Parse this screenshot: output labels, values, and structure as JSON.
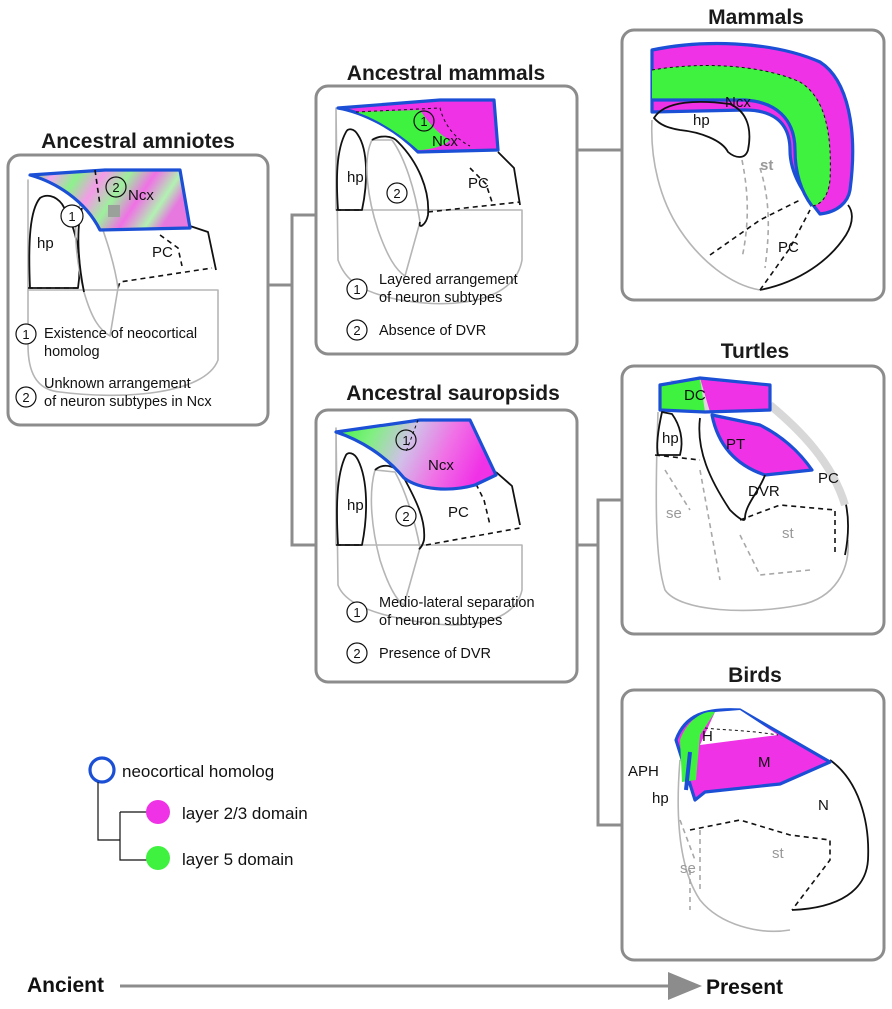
{
  "panels": {
    "amniotes": {
      "title": "Ancestral amniotes",
      "labels": {
        "ncx": "Ncx",
        "hp": "hp",
        "pc": "PC",
        "m1": "1",
        "m2": "2"
      },
      "notes": [
        {
          "num": "1",
          "lines": [
            "Existence of neocortical",
            "homolog"
          ]
        },
        {
          "num": "2",
          "lines": [
            "Unknown arrangement",
            "of neuron subtypes in Ncx"
          ]
        }
      ]
    },
    "mammals_anc": {
      "title": "Ancestral mammals",
      "labels": {
        "ncx": "Ncx",
        "hp": "hp",
        "pc": "PC",
        "m1": "1",
        "m2": "2"
      },
      "notes": [
        {
          "num": "1",
          "lines": [
            "Layered arrangement",
            "of neuron subtypes"
          ]
        },
        {
          "num": "2",
          "lines": [
            "Absence of DVR"
          ]
        }
      ]
    },
    "sauropsids_anc": {
      "title": "Ancestral sauropsids",
      "labels": {
        "ncx": "Ncx",
        "hp": "hp",
        "pc": "PC",
        "m1": "1",
        "m2": "2"
      },
      "notes": [
        {
          "num": "1",
          "lines": [
            "Medio-lateral separation",
            "of neuron subtypes"
          ]
        },
        {
          "num": "2",
          "lines": [
            "Presence of DVR"
          ]
        }
      ]
    },
    "mammals": {
      "title": "Mammals",
      "labels": {
        "ncx": "Ncx",
        "hp": "hp",
        "st": "st",
        "pc": "PC"
      }
    },
    "turtles": {
      "title": "Turtles",
      "labels": {
        "dc": "DC",
        "hp": "hp",
        "pt": "PT",
        "dvr": "DVR",
        "pc": "PC",
        "se": "se",
        "st": "st"
      }
    },
    "birds": {
      "title": "Birds",
      "labels": {
        "aph": "APH",
        "h": "H",
        "m": "M",
        "hp": "hp",
        "n": "N",
        "se": "se",
        "st": "st"
      }
    }
  },
  "legend": {
    "neocortical": "neocortical homolog",
    "layer23": "layer 2/3 domain",
    "layer5": "layer 5 domain"
  },
  "axis": {
    "ancient": "Ancient",
    "present": "Present"
  },
  "colors": {
    "magenta": "#f032e6",
    "green": "#3ff23f",
    "blue_outline": "#1a4fd6",
    "box_border": "#8c8c8c",
    "gray_region": "#d8d8d8"
  }
}
